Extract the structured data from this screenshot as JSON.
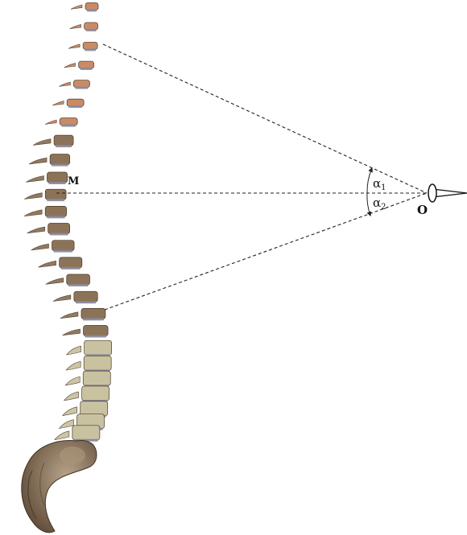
{
  "labels": {
    "point_m": "M",
    "point_o": "O",
    "alpha": "α",
    "alpha1_sub": "1",
    "alpha2_sub": "2"
  },
  "colors": {
    "cervical": "#c98b66",
    "thoracic": "#8c7358",
    "lumbar": "#c9c2a0",
    "sacrum": "#6e5a44",
    "disc": "#8a8a9c",
    "line": "#222222"
  }
}
